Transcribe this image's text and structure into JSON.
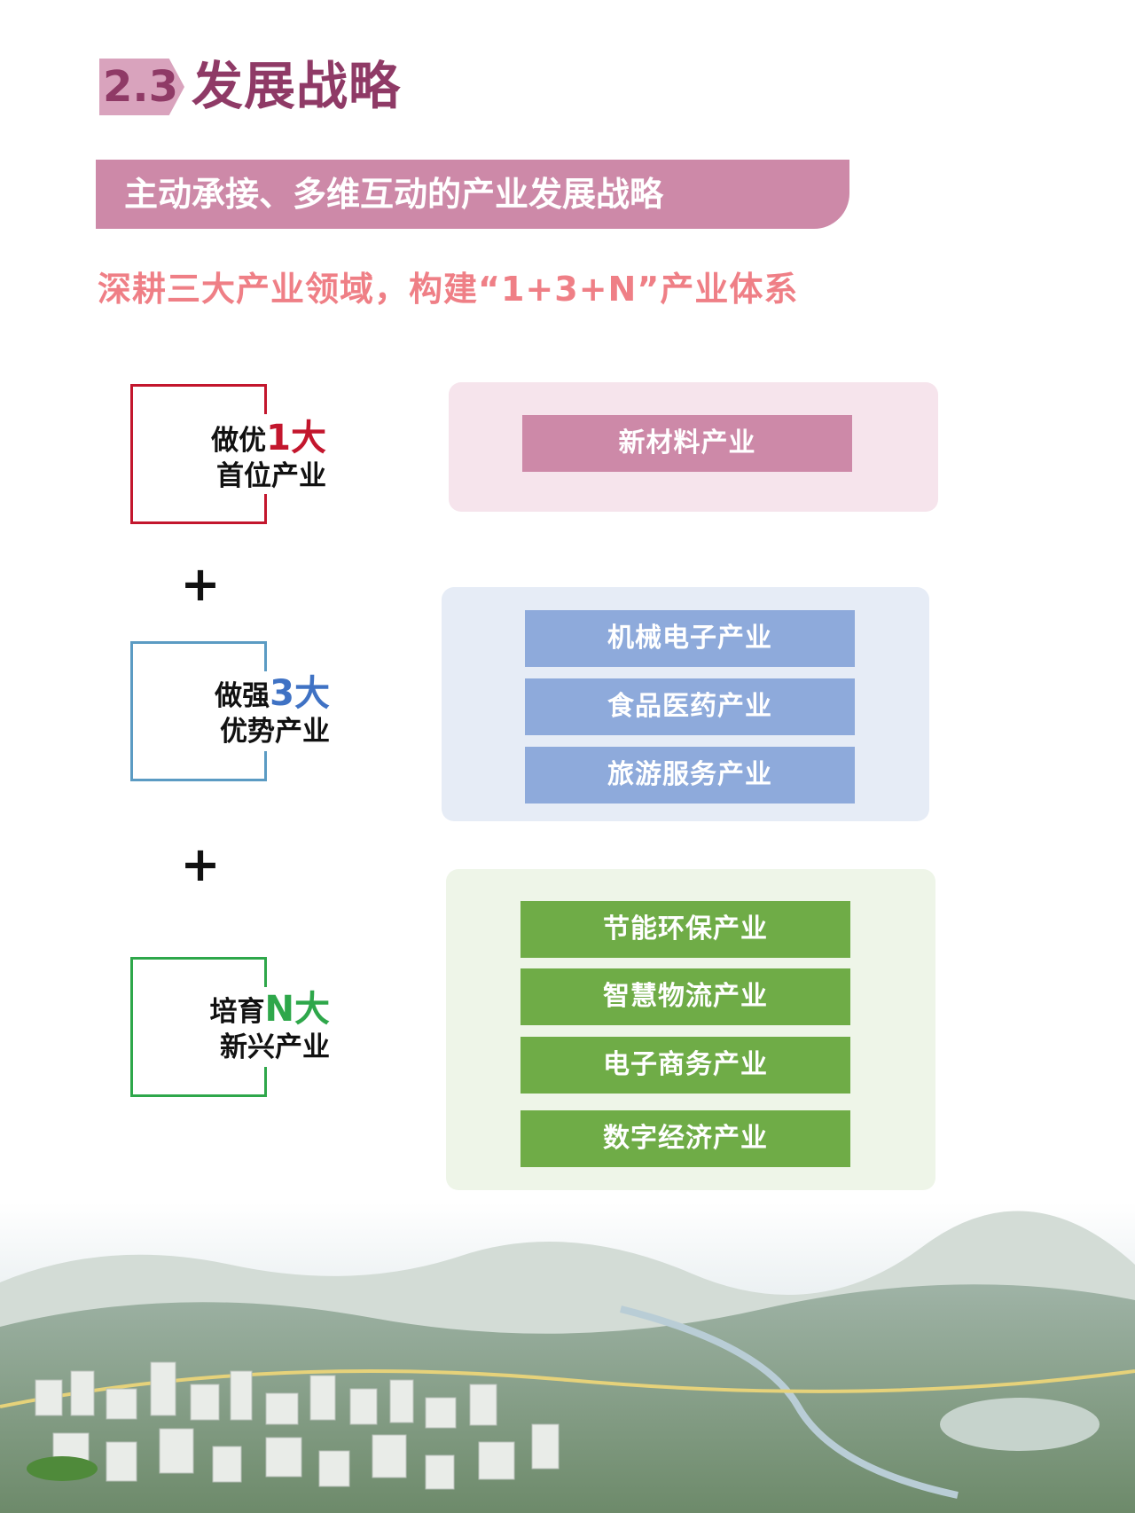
{
  "heading": {
    "number": "2.3",
    "title": "发展战略"
  },
  "banner": {
    "text": "主动承接、多维互动的产业发展战略"
  },
  "subtitle": "深耕三大产业领域，构建“1+3+N”产业体系",
  "groups": [
    {
      "prefix": "做优",
      "highlight": "1大",
      "line2": "首位产业",
      "color": "#c3162d",
      "industries": [
        "新材料产业"
      ]
    },
    {
      "prefix": "做强",
      "highlight": "3大",
      "line2": "优势产业",
      "color": "#3f72c4",
      "industries": [
        "机械电子产业",
        "食品医药产业",
        "旅游服务产业"
      ]
    },
    {
      "prefix": "培育",
      "highlight": "N大",
      "line2": "新兴产业",
      "color": "#2ea74a",
      "industries": [
        "节能环保产业",
        "智慧物流产业",
        "电子商务产业",
        "数字经济产业"
      ]
    }
  ],
  "plus_symbol": "+",
  "colors": {
    "heading": "#8f3a66",
    "banner": "#cd89a8",
    "subtitle": "#ef7f86",
    "pink_box": "#cd89a8",
    "blue_box": "#8eaadb",
    "green_box": "#6fac47"
  }
}
